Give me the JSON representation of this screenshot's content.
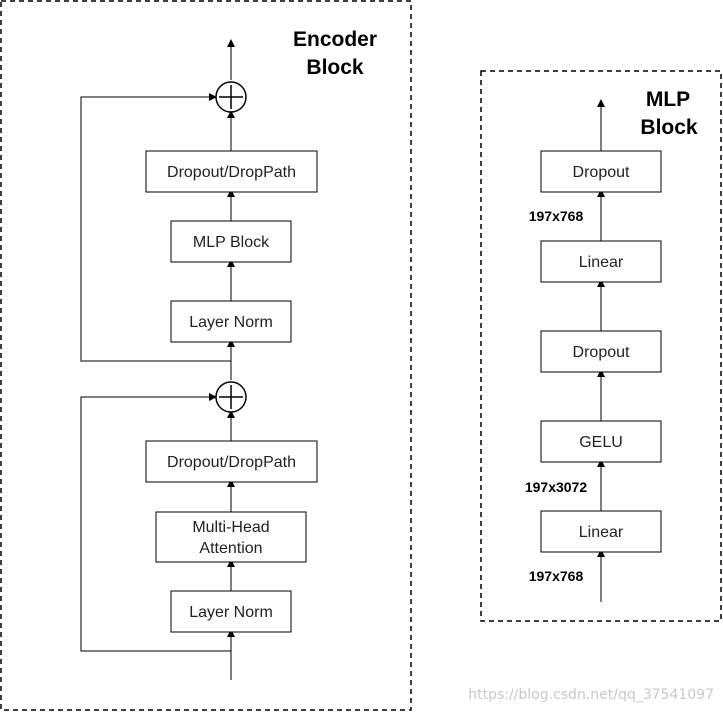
{
  "encoder": {
    "title_line1": "Encoder",
    "title_line2": "Block",
    "boxes": {
      "dropout_droppath_top": "Dropout/DropPath",
      "mlp_block": "MLP Block",
      "layer_norm_top": "Layer Norm",
      "dropout_droppath_bottom": "Dropout/DropPath",
      "multi_head_attention_line1": "Multi-Head",
      "multi_head_attention_line2": "Attention",
      "layer_norm_bottom": "Layer Norm"
    }
  },
  "mlp": {
    "title_line1": "MLP",
    "title_line2": "Block",
    "boxes": {
      "dropout_top": "Dropout",
      "linear_top": "Linear",
      "dropout_middle": "Dropout",
      "gelu": "GELU",
      "linear_bottom": "Linear"
    },
    "dims": {
      "top": "197x768",
      "middle": "197x3072",
      "bottom": "197x768"
    }
  },
  "watermark": "https://blog.csdn.net/qq_37541097",
  "colors": {
    "stroke": "#000000",
    "text": "#222222",
    "watermark": "#c9c9c9",
    "background": "#ffffff"
  }
}
